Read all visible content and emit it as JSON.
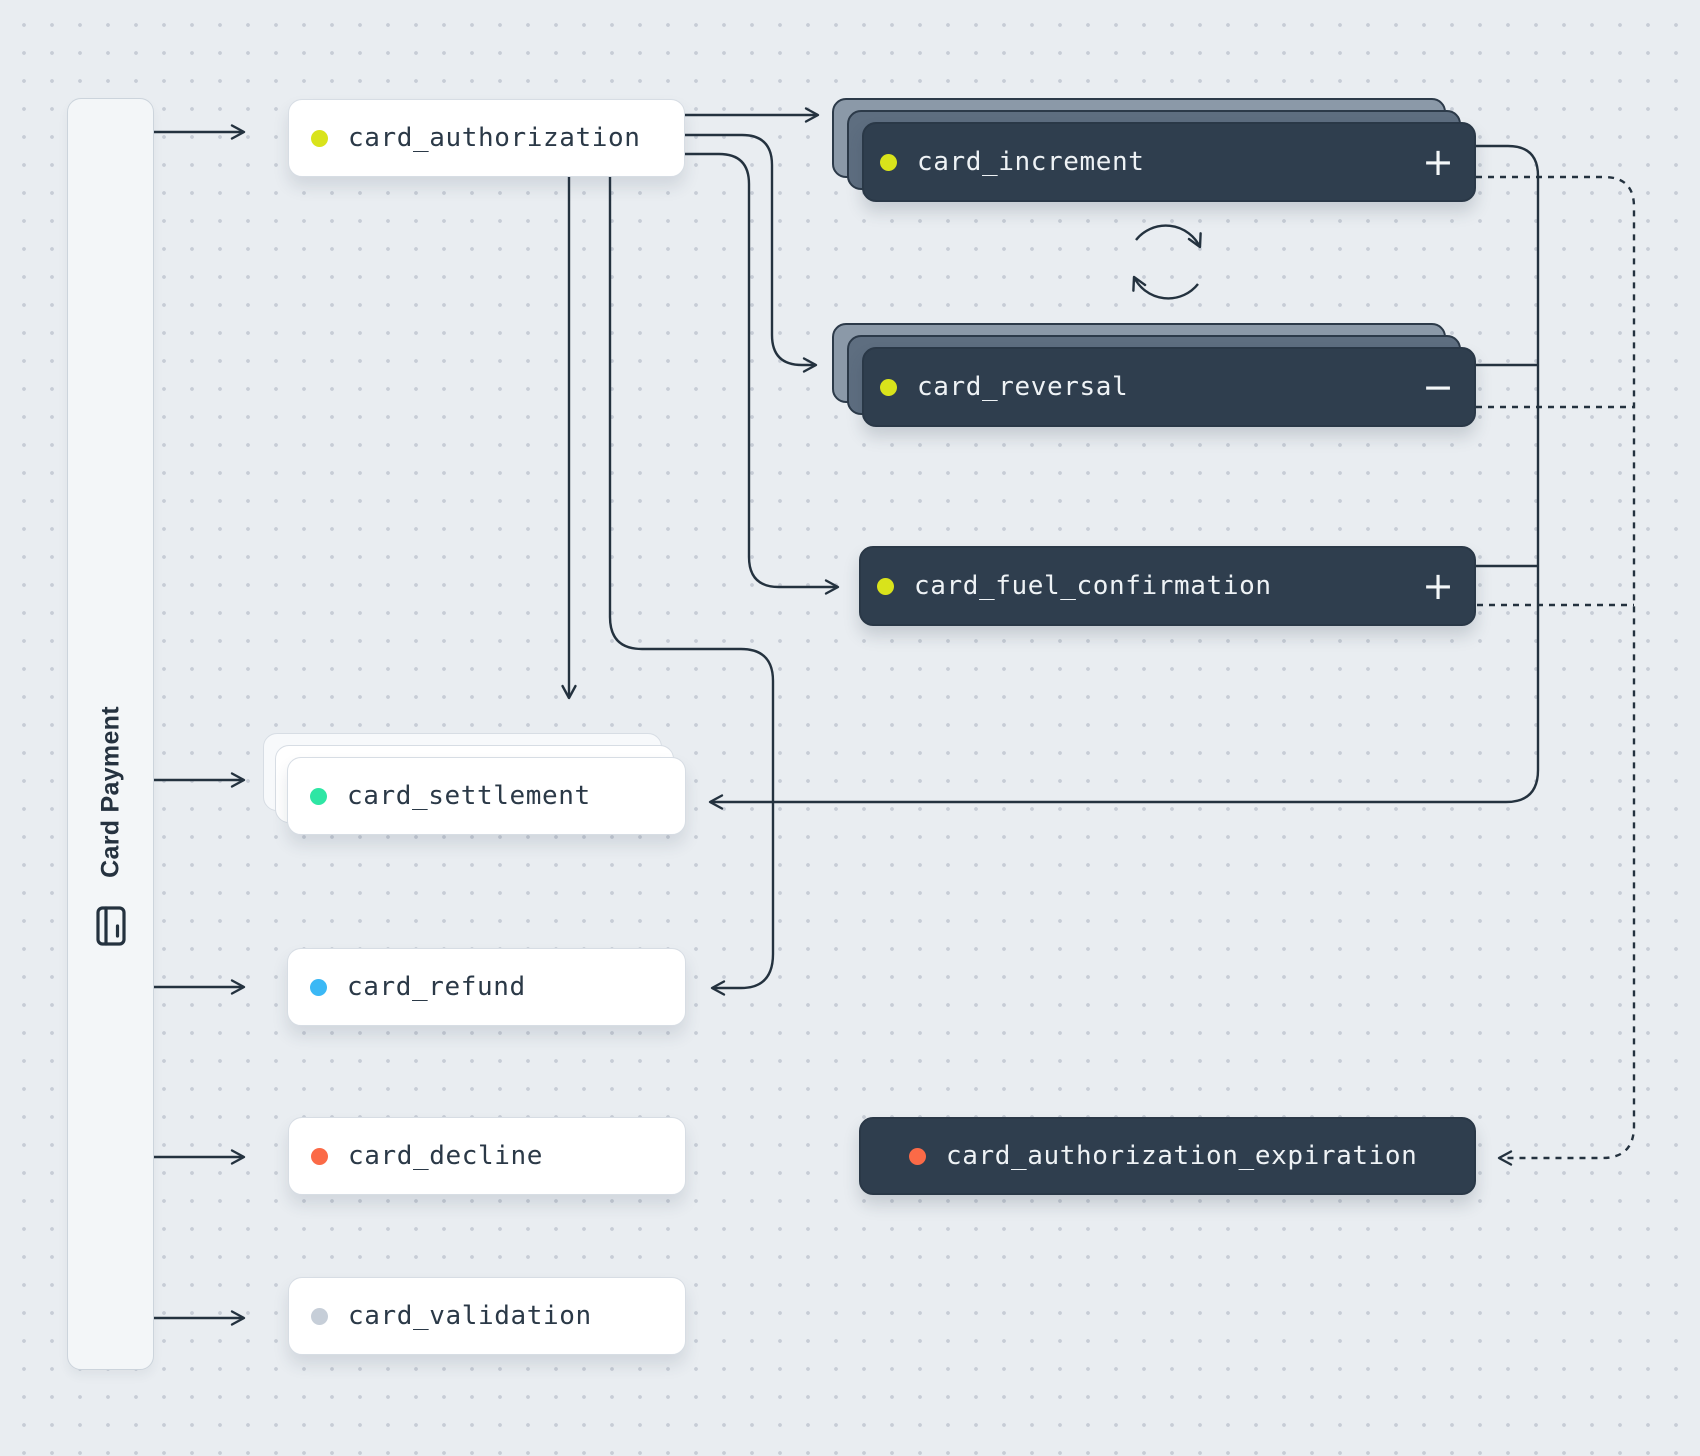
{
  "canvas": {
    "background_color": "#e9edf1",
    "grid_dot_color": "#c7cdd6",
    "wire_color": "#24323f"
  },
  "sidebar": {
    "label": "Card Payment",
    "icon": "credit-card-icon"
  },
  "nodes": [
    {
      "id": "card_authorization",
      "label": "card_authorization",
      "dot_color": "#d9e31b",
      "variant": "light",
      "stacked": false,
      "action_icon": ""
    },
    {
      "id": "card_increment",
      "label": "card_increment",
      "dot_color": "#d9e31b",
      "variant": "dark",
      "stacked": true,
      "action_icon": "+"
    },
    {
      "id": "card_reversal",
      "label": "card_reversal",
      "dot_color": "#d9e31b",
      "variant": "dark",
      "stacked": true,
      "action_icon": "−"
    },
    {
      "id": "card_fuel_confirmation",
      "label": "card_fuel_confirmation",
      "dot_color": "#d9e31b",
      "variant": "dark",
      "stacked": false,
      "action_icon": "+"
    },
    {
      "id": "card_settlement",
      "label": "card_settlement",
      "dot_color": "#2ee6a4",
      "variant": "light",
      "stacked": true,
      "action_icon": ""
    },
    {
      "id": "card_refund",
      "label": "card_refund",
      "dot_color": "#3bb8f5",
      "variant": "light",
      "stacked": false,
      "action_icon": ""
    },
    {
      "id": "card_decline",
      "label": "card_decline",
      "dot_color": "#fb6a47",
      "variant": "light",
      "stacked": false,
      "action_icon": ""
    },
    {
      "id": "card_authorization_expiration",
      "label": "card_authorization_expiration",
      "dot_color": "#fb6a47",
      "variant": "dark",
      "stacked": false,
      "action_icon": ""
    },
    {
      "id": "card_validation",
      "label": "card_validation",
      "dot_color": "#c6ced8",
      "variant": "light",
      "stacked": false,
      "action_icon": ""
    }
  ],
  "edges": [
    {
      "from": "card_payment",
      "to": "card_authorization",
      "style": "solid"
    },
    {
      "from": "card_payment",
      "to": "card_settlement",
      "style": "solid"
    },
    {
      "from": "card_payment",
      "to": "card_refund",
      "style": "solid"
    },
    {
      "from": "card_payment",
      "to": "card_decline",
      "style": "solid"
    },
    {
      "from": "card_payment",
      "to": "card_validation",
      "style": "solid"
    },
    {
      "from": "card_authorization",
      "to": "card_increment",
      "style": "solid"
    },
    {
      "from": "card_authorization",
      "to": "card_reversal",
      "style": "solid"
    },
    {
      "from": "card_authorization",
      "to": "card_fuel_confirmation",
      "style": "solid"
    },
    {
      "from": "card_authorization",
      "to": "card_settlement",
      "style": "solid"
    },
    {
      "from": "card_authorization",
      "to": "card_refund",
      "style": "solid"
    },
    {
      "from": "card_increment",
      "to": "card_settlement",
      "style": "solid"
    },
    {
      "from": "card_reversal",
      "to": "card_settlement",
      "style": "solid"
    },
    {
      "from": "card_fuel_confirmation",
      "to": "card_settlement",
      "style": "solid"
    },
    {
      "from": "card_increment",
      "to": "card_authorization_expiration",
      "style": "dashed"
    },
    {
      "from": "card_reversal",
      "to": "card_authorization_expiration",
      "style": "dashed"
    },
    {
      "from": "card_fuel_confirmation",
      "to": "card_authorization_expiration",
      "style": "dashed"
    },
    {
      "from": "card_increment",
      "to": "card_reversal",
      "style": "loop"
    }
  ]
}
